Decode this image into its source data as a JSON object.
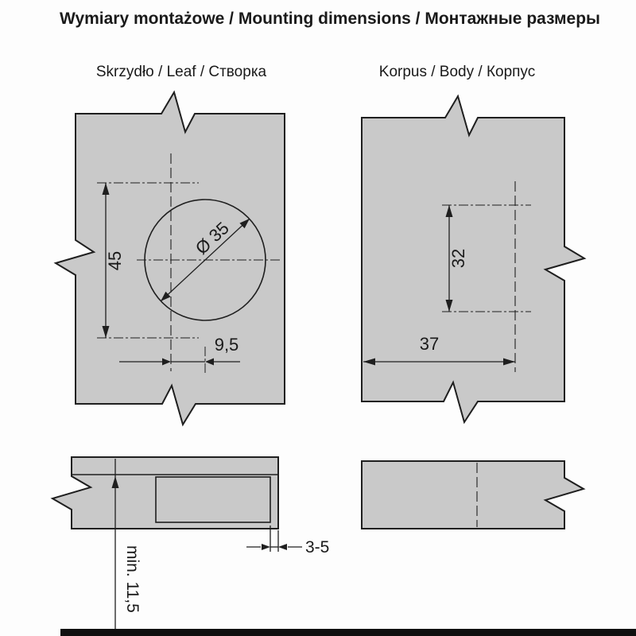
{
  "title": "Wymiary montażowe / Mounting dimensions / Монтажные размеры",
  "headers": {
    "leaf": "Skrzydło / Leaf / Створка",
    "body": "Korpus / Body / Корпус"
  },
  "dims": {
    "leaf_spacing": "45",
    "cup_diameter": "Ø 35",
    "cup_distance": "9,5",
    "body_spacing": "32",
    "body_distance": "37",
    "door_gap": "3-5",
    "min_depth": "min. 11,5"
  },
  "colors": {
    "panel_fill": "#c9c9c9",
    "cup_fill": "#ffffff",
    "line": "#1f1f1f",
    "background": "#fdfdfd",
    "bottom_edge": "#101010"
  }
}
